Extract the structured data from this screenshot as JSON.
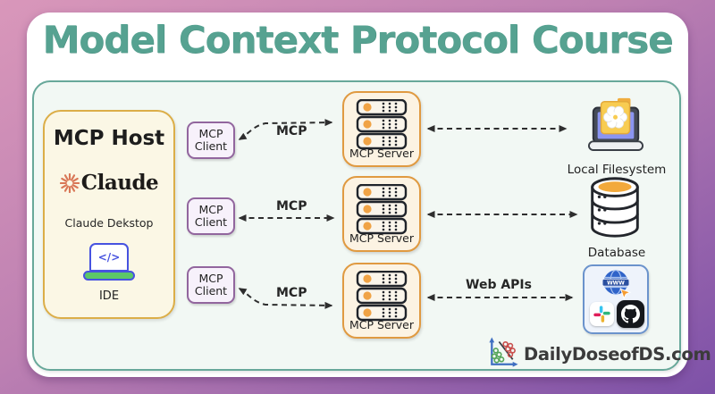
{
  "title": "Model Context Protocol Course",
  "host": {
    "title": "MCP Host",
    "brand": "Claude",
    "app_label": "Claude Dekstop",
    "ide_glyph": "</>",
    "ide_label": "IDE"
  },
  "rows": [
    {
      "client_label": "MCP Client",
      "link_label": "MCP",
      "server_label": "MCP Server",
      "resource_label": "Local Filesystem"
    },
    {
      "client_label": "MCP Client",
      "link_label": "MCP",
      "server_label": "MCP Server",
      "resource_label": "Database"
    },
    {
      "client_label": "MCP Client",
      "link_label": "MCP",
      "server_label": "MCP Server",
      "resource_link_label": "Web APIs"
    }
  ],
  "web": {
    "banner": "WWW"
  },
  "footer": {
    "brand": "DailyDoseofDS.com"
  },
  "icons": {
    "claude_logo": "claude-starburst-icon",
    "ide": "laptop-code-icon",
    "server": "server-rack-icon",
    "filesystem": "laptop-folder-icon",
    "database": "database-cylinder-icon",
    "web_apis": "globe-www-icon",
    "slack": "slack-icon",
    "github": "github-icon",
    "footer_logo": "scatter-plot-icon"
  },
  "colors": {
    "bg_gradient_start": "#d997ba",
    "bg_gradient_end": "#7d51a8",
    "title_text": "#56a291",
    "panel_border": "#68a89a",
    "panel_bg": "#f2f8f4",
    "host_bg": "#fbf7e5",
    "host_border": "#dcae48",
    "client_bg": "#f7f1fb",
    "client_border": "#92669e",
    "server_bg": "#fcf3e3",
    "server_border": "#e09a41",
    "arrow": "#2e2e2e",
    "accent_orange": "#f0a346",
    "claude_coral": "#d97757",
    "ide_blue": "#4753e0",
    "ide_green": "#5cc868",
    "web_border": "#6b93cc"
  }
}
